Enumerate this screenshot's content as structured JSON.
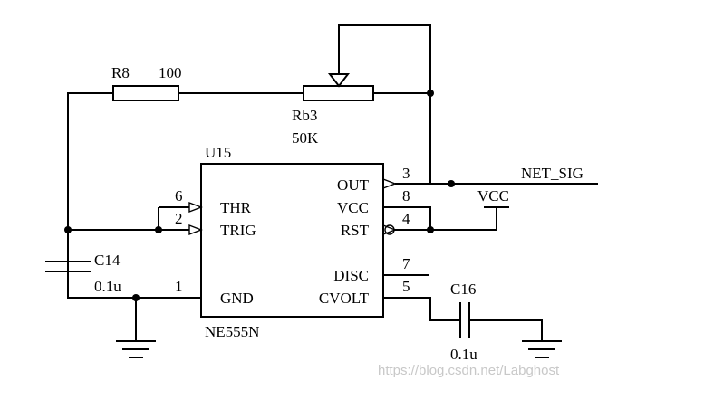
{
  "components": {
    "r8": {
      "ref": "R8",
      "value": "100"
    },
    "rb3": {
      "ref": "Rb3",
      "value": "50K"
    },
    "c14": {
      "ref": "C14",
      "value": "0.1u"
    },
    "c16": {
      "ref": "C16",
      "value": "0.1u"
    },
    "u15": {
      "ref": "U15",
      "part": "NE555N",
      "pins": {
        "thr": {
          "name": "THR",
          "number": "6"
        },
        "trig": {
          "name": "TRIG",
          "number": "2"
        },
        "gnd": {
          "name": "GND",
          "number": "1"
        },
        "out": {
          "name": "OUT",
          "number": "3"
        },
        "vcc": {
          "name": "VCC",
          "number": "8"
        },
        "rst": {
          "name": "RST",
          "number": "4"
        },
        "disc": {
          "name": "DISC",
          "number": "7"
        },
        "cvolt": {
          "name": "CVOLT",
          "number": "5"
        }
      }
    }
  },
  "nets": {
    "net_sig": "NET_SIG",
    "vcc": "VCC"
  },
  "watermark": "https://blog.csdn.net/Labghost"
}
